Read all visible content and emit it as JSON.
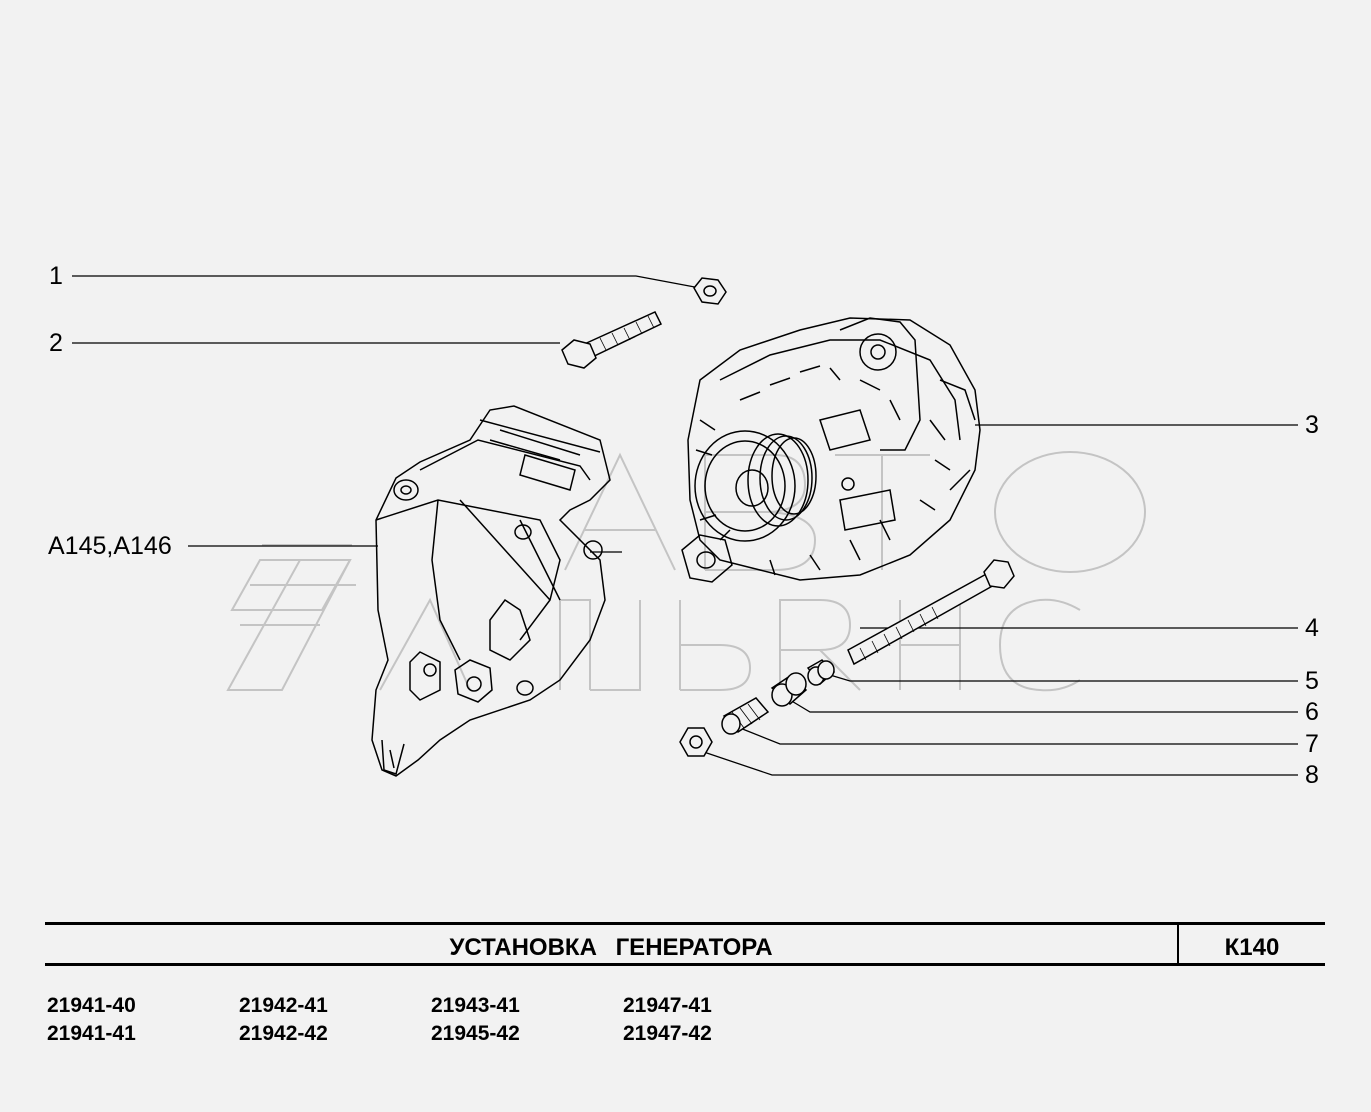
{
  "callouts": {
    "c1": "1",
    "c2": "2",
    "c3": "3",
    "c4": "4",
    "c5": "5",
    "c6": "6",
    "c7": "7",
    "c8": "8",
    "bracket": "A145,A146"
  },
  "title": "УСТАНОВКА   ГЕНЕРАТОРА",
  "code": "К140",
  "models": [
    [
      "21941-40",
      "21941-41"
    ],
    [
      "21942-41",
      "21942-42"
    ],
    [
      "21943-41",
      "21945-42"
    ],
    [
      "21947-41",
      "21947-42"
    ]
  ],
  "watermark": "АВТО АЛЬЯНС",
  "colors": {
    "background": "#f2f2f2",
    "line": "#000000",
    "watermark": "#c8c8c8"
  }
}
